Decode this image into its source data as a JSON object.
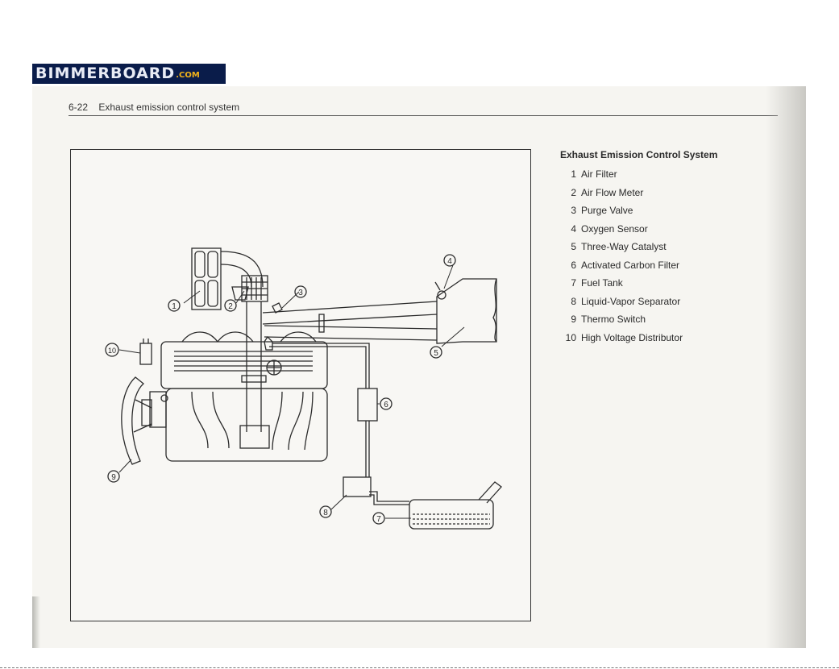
{
  "logo": {
    "main_text": "BIMMERBOARD",
    "tld_text": ".COM"
  },
  "page_header": {
    "number": "6-22",
    "title": "Exhaust emission control system"
  },
  "figure": {
    "callouts": [
      "1",
      "2",
      "3",
      "4",
      "5",
      "6",
      "7",
      "8",
      "9",
      "10"
    ]
  },
  "legend": {
    "title": "Exhaust Emission Control System",
    "items": [
      {
        "num": "1",
        "label": "Air Filter"
      },
      {
        "num": "2",
        "label": "Air Flow Meter"
      },
      {
        "num": "3",
        "label": "Purge Valve"
      },
      {
        "num": "4",
        "label": "Oxygen Sensor"
      },
      {
        "num": "5",
        "label": "Three-Way Catalyst"
      },
      {
        "num": "6",
        "label": "Activated Carbon Filter"
      },
      {
        "num": "7",
        "label": "Fuel Tank"
      },
      {
        "num": "8",
        "label": "Liquid-Vapor Separator"
      },
      {
        "num": "9",
        "label": "Thermo Switch"
      },
      {
        "num": "10",
        "label": "High Voltage Distributor"
      }
    ]
  }
}
